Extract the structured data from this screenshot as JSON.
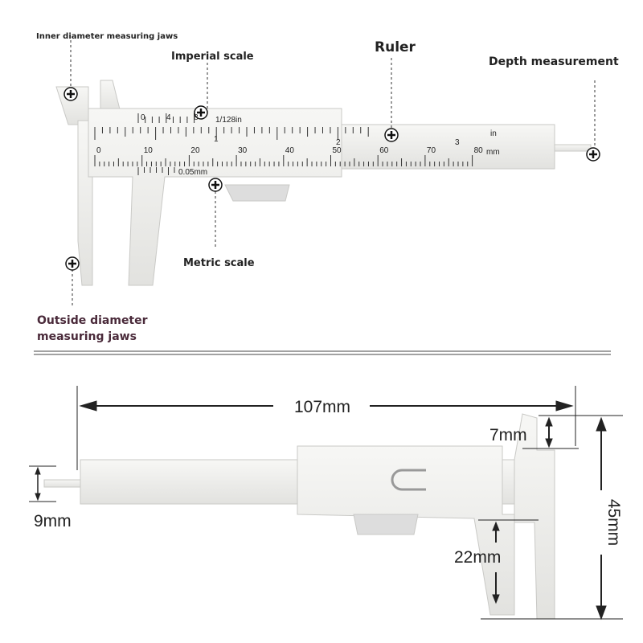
{
  "labels": {
    "inner_jaws": "Inner diameter measuring jaws",
    "imperial_scale": "Imperial scale",
    "ruler": "Ruler",
    "depth": "Depth measurement",
    "metric_scale": "Metric scale",
    "outside_jaws_line1": "Outside diameter",
    "outside_jaws_line2": "measuring jaws"
  },
  "scale": {
    "inch_labels": [
      "1",
      "2",
      "3"
    ],
    "inch_unit": "in",
    "mm_labels": [
      "0",
      "10",
      "20",
      "30",
      "40",
      "50",
      "60",
      "70",
      "80"
    ],
    "mm_unit": "mm",
    "vernier_in_labels": [
      "0",
      "4",
      "8"
    ],
    "vernier_in_text": "1/128in",
    "vernier_mm_text": "0.05mm"
  },
  "dimensions": {
    "length": "107mm",
    "inner_jaw": "7mm",
    "height": "45mm",
    "rod": "9mm",
    "outer_jaw": "22mm"
  },
  "colors": {
    "label_dark": "#222222",
    "label_accent": "#4a2a3a",
    "body": "#f2f2f0"
  }
}
